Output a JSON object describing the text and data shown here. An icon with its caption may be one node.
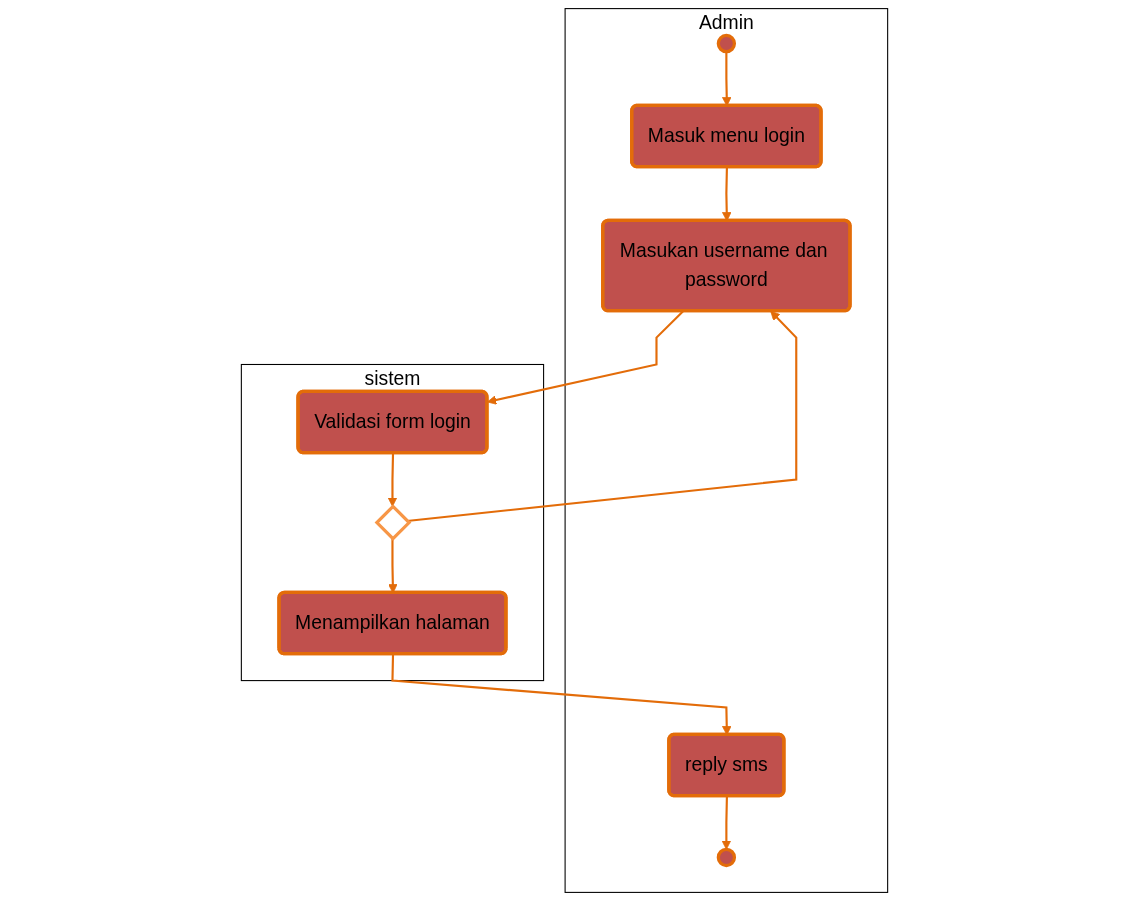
{
  "diagram": {
    "nodes": [
      {
        "text": [
          "Admin"
        ]
      },
      {
        "text": [
          "sistem"
        ]
      },
      {
        "text": [],
        "shape": "circle",
        "in": 0
      },
      {
        "text": [
          "Masuk menu login"
        ],
        "in": 0
      },
      {
        "text": [
          "Masukan username dan password"
        ],
        "in": 0
      },
      {
        "text": [
          "Validasi form login"
        ],
        "in": 1
      },
      {
        "text": [],
        "shape": "diamond",
        "in": 1
      },
      {
        "text": [
          "reply sms"
        ],
        "in": 0
      },
      {
        "text": [
          "Menampilkan halaman"
        ],
        "in": 1
      },
      {
        "text": [],
        "shape": "circle",
        "in": 0
      }
    ],
    "edges": [
      {
        "from": 2,
        "to": 3,
        "arrow": "to"
      },
      {
        "from": 3,
        "to": 4,
        "arrow": "to"
      },
      {
        "from": 4,
        "to": 5,
        "arrow": "to"
      },
      {
        "from": 5,
        "to": 6,
        "arrow": "to"
      },
      {
        "from": 6,
        "to": 4,
        "arrow": "to"
      },
      {
        "from": 6,
        "to": 8,
        "arrow": "to"
      },
      {
        "from": 8,
        "to": 7,
        "arrow": "to"
      },
      {
        "from": 7,
        "to": 9,
        "arrow": "to"
      }
    ]
  }
}
